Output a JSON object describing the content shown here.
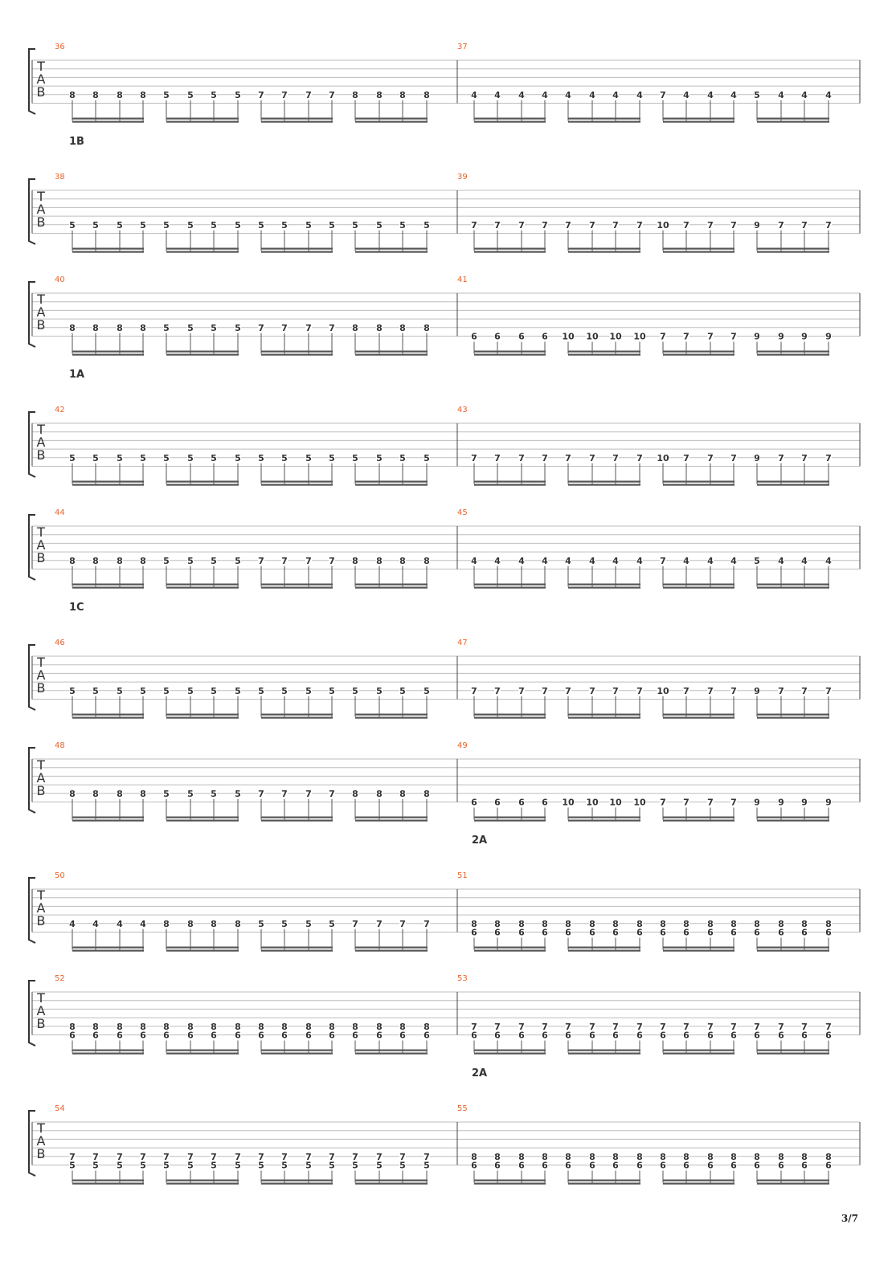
{
  "page_number": "3/7",
  "clef": [
    "T",
    "A",
    "B"
  ],
  "colors": {
    "measure_number": "#e8632b",
    "staff_line": "#bdbdbd",
    "ink": "#333333",
    "beam": "#555555"
  },
  "systems": [
    {
      "section": "",
      "measures": [
        {
          "number": "36",
          "beats": [
            [
              "8"
            ],
            [
              "8"
            ],
            [
              "8"
            ],
            [
              "8"
            ],
            [
              "5"
            ],
            [
              "5"
            ],
            [
              "5"
            ],
            [
              "5"
            ],
            [
              "7"
            ],
            [
              "7"
            ],
            [
              "7"
            ],
            [
              "7"
            ],
            [
              "8"
            ],
            [
              "8"
            ],
            [
              "8"
            ],
            [
              "8"
            ]
          ]
        },
        {
          "number": "37",
          "beats": [
            [
              "4"
            ],
            [
              "4"
            ],
            [
              "4"
            ],
            [
              "4"
            ],
            [
              "4"
            ],
            [
              "4"
            ],
            [
              "4"
            ],
            [
              "4"
            ],
            [
              "7"
            ],
            [
              "4"
            ],
            [
              "4"
            ],
            [
              "4"
            ],
            [
              "5"
            ],
            [
              "4"
            ],
            [
              "4"
            ],
            [
              "4"
            ]
          ]
        }
      ],
      "strings": [
        5
      ]
    },
    {
      "section": "1B",
      "measures": [
        {
          "number": "38",
          "beats": [
            [
              "5"
            ],
            [
              "5"
            ],
            [
              "5"
            ],
            [
              "5"
            ],
            [
              "5"
            ],
            [
              "5"
            ],
            [
              "5"
            ],
            [
              "5"
            ],
            [
              "5"
            ],
            [
              "5"
            ],
            [
              "5"
            ],
            [
              "5"
            ],
            [
              "5"
            ],
            [
              "5"
            ],
            [
              "5"
            ],
            [
              "5"
            ]
          ]
        },
        {
          "number": "39",
          "beats": [
            [
              "7"
            ],
            [
              "7"
            ],
            [
              "7"
            ],
            [
              "7"
            ],
            [
              "7"
            ],
            [
              "7"
            ],
            [
              "7"
            ],
            [
              "7"
            ],
            [
              "10"
            ],
            [
              "7"
            ],
            [
              "7"
            ],
            [
              "7"
            ],
            [
              "9"
            ],
            [
              "7"
            ],
            [
              "7"
            ],
            [
              "7"
            ]
          ]
        }
      ],
      "strings": [
        5
      ]
    },
    {
      "section": "",
      "measures": [
        {
          "number": "40",
          "beats": [
            [
              "8"
            ],
            [
              "8"
            ],
            [
              "8"
            ],
            [
              "8"
            ],
            [
              "5"
            ],
            [
              "5"
            ],
            [
              "5"
            ],
            [
              "5"
            ],
            [
              "7"
            ],
            [
              "7"
            ],
            [
              "7"
            ],
            [
              "7"
            ],
            [
              "8"
            ],
            [
              "8"
            ],
            [
              "8"
            ],
            [
              "8"
            ]
          ],
          "string": 5
        },
        {
          "number": "41",
          "beats": [
            [
              "6"
            ],
            [
              "6"
            ],
            [
              "6"
            ],
            [
              "6"
            ],
            [
              "10"
            ],
            [
              "10"
            ],
            [
              "10"
            ],
            [
              "10"
            ],
            [
              "7"
            ],
            [
              "7"
            ],
            [
              "7"
            ],
            [
              "7"
            ],
            [
              "9"
            ],
            [
              "9"
            ],
            [
              "9"
            ],
            [
              "9"
            ]
          ],
          "string": 6
        }
      ]
    },
    {
      "section": "1A",
      "measures": [
        {
          "number": "42",
          "beats": [
            [
              "5"
            ],
            [
              "5"
            ],
            [
              "5"
            ],
            [
              "5"
            ],
            [
              "5"
            ],
            [
              "5"
            ],
            [
              "5"
            ],
            [
              "5"
            ],
            [
              "5"
            ],
            [
              "5"
            ],
            [
              "5"
            ],
            [
              "5"
            ],
            [
              "5"
            ],
            [
              "5"
            ],
            [
              "5"
            ],
            [
              "5"
            ]
          ]
        },
        {
          "number": "43",
          "beats": [
            [
              "7"
            ],
            [
              "7"
            ],
            [
              "7"
            ],
            [
              "7"
            ],
            [
              "7"
            ],
            [
              "7"
            ],
            [
              "7"
            ],
            [
              "7"
            ],
            [
              "10"
            ],
            [
              "7"
            ],
            [
              "7"
            ],
            [
              "7"
            ],
            [
              "9"
            ],
            [
              "7"
            ],
            [
              "7"
            ],
            [
              "7"
            ]
          ]
        }
      ],
      "strings": [
        5
      ]
    },
    {
      "section": "",
      "measures": [
        {
          "number": "44",
          "beats": [
            [
              "8"
            ],
            [
              "8"
            ],
            [
              "8"
            ],
            [
              "8"
            ],
            [
              "5"
            ],
            [
              "5"
            ],
            [
              "5"
            ],
            [
              "5"
            ],
            [
              "7"
            ],
            [
              "7"
            ],
            [
              "7"
            ],
            [
              "7"
            ],
            [
              "8"
            ],
            [
              "8"
            ],
            [
              "8"
            ],
            [
              "8"
            ]
          ]
        },
        {
          "number": "45",
          "beats": [
            [
              "4"
            ],
            [
              "4"
            ],
            [
              "4"
            ],
            [
              "4"
            ],
            [
              "4"
            ],
            [
              "4"
            ],
            [
              "4"
            ],
            [
              "4"
            ],
            [
              "7"
            ],
            [
              "4"
            ],
            [
              "4"
            ],
            [
              "4"
            ],
            [
              "5"
            ],
            [
              "4"
            ],
            [
              "4"
            ],
            [
              "4"
            ]
          ]
        }
      ],
      "strings": [
        5
      ]
    },
    {
      "section": "1C",
      "measures": [
        {
          "number": "46",
          "beats": [
            [
              "5"
            ],
            [
              "5"
            ],
            [
              "5"
            ],
            [
              "5"
            ],
            [
              "5"
            ],
            [
              "5"
            ],
            [
              "5"
            ],
            [
              "5"
            ],
            [
              "5"
            ],
            [
              "5"
            ],
            [
              "5"
            ],
            [
              "5"
            ],
            [
              "5"
            ],
            [
              "5"
            ],
            [
              "5"
            ],
            [
              "5"
            ]
          ]
        },
        {
          "number": "47",
          "beats": [
            [
              "7"
            ],
            [
              "7"
            ],
            [
              "7"
            ],
            [
              "7"
            ],
            [
              "7"
            ],
            [
              "7"
            ],
            [
              "7"
            ],
            [
              "7"
            ],
            [
              "10"
            ],
            [
              "7"
            ],
            [
              "7"
            ],
            [
              "7"
            ],
            [
              "9"
            ],
            [
              "7"
            ],
            [
              "7"
            ],
            [
              "7"
            ]
          ]
        }
      ],
      "strings": [
        5
      ]
    },
    {
      "section": "",
      "measures": [
        {
          "number": "48",
          "beats": [
            [
              "8"
            ],
            [
              "8"
            ],
            [
              "8"
            ],
            [
              "8"
            ],
            [
              "5"
            ],
            [
              "5"
            ],
            [
              "5"
            ],
            [
              "5"
            ],
            [
              "7"
            ],
            [
              "7"
            ],
            [
              "7"
            ],
            [
              "7"
            ],
            [
              "8"
            ],
            [
              "8"
            ],
            [
              "8"
            ],
            [
              "8"
            ]
          ],
          "string": 5
        },
        {
          "number": "49",
          "beats": [
            [
              "6"
            ],
            [
              "6"
            ],
            [
              "6"
            ],
            [
              "6"
            ],
            [
              "10"
            ],
            [
              "10"
            ],
            [
              "10"
            ],
            [
              "10"
            ],
            [
              "7"
            ],
            [
              "7"
            ],
            [
              "7"
            ],
            [
              "7"
            ],
            [
              "9"
            ],
            [
              "9"
            ],
            [
              "9"
            ],
            [
              "9"
            ]
          ],
          "string": 6
        }
      ]
    },
    {
      "section": "2A",
      "section_pos": "right",
      "measures": [
        {
          "number": "50",
          "beats": [
            [
              "4"
            ],
            [
              "4"
            ],
            [
              "4"
            ],
            [
              "4"
            ],
            [
              "8"
            ],
            [
              "8"
            ],
            [
              "8"
            ],
            [
              "8"
            ],
            [
              "5"
            ],
            [
              "5"
            ],
            [
              "5"
            ],
            [
              "5"
            ],
            [
              "7"
            ],
            [
              "7"
            ],
            [
              "7"
            ],
            [
              "7"
            ]
          ],
          "string": 5
        },
        {
          "number": "51",
          "beats": [
            [
              "8",
              "6"
            ],
            [
              "8",
              "6"
            ],
            [
              "8",
              "6"
            ],
            [
              "8",
              "6"
            ],
            [
              "8",
              "6"
            ],
            [
              "8",
              "6"
            ],
            [
              "8",
              "6"
            ],
            [
              "8",
              "6"
            ],
            [
              "8",
              "6"
            ],
            [
              "8",
              "6"
            ],
            [
              "8",
              "6"
            ],
            [
              "8",
              "6"
            ],
            [
              "8",
              "6"
            ],
            [
              "8",
              "6"
            ],
            [
              "8",
              "6"
            ],
            [
              "8",
              "6"
            ]
          ],
          "string": 5
        }
      ]
    },
    {
      "section": "",
      "measures": [
        {
          "number": "52",
          "beats": [
            [
              "8",
              "6"
            ],
            [
              "8",
              "6"
            ],
            [
              "8",
              "6"
            ],
            [
              "8",
              "6"
            ],
            [
              "8",
              "6"
            ],
            [
              "8",
              "6"
            ],
            [
              "8",
              "6"
            ],
            [
              "8",
              "6"
            ],
            [
              "8",
              "6"
            ],
            [
              "8",
              "6"
            ],
            [
              "8",
              "6"
            ],
            [
              "8",
              "6"
            ],
            [
              "8",
              "6"
            ],
            [
              "8",
              "6"
            ],
            [
              "8",
              "6"
            ],
            [
              "8",
              "6"
            ]
          ],
          "string": 5
        },
        {
          "number": "53",
          "beats": [
            [
              "7",
              "6"
            ],
            [
              "7",
              "6"
            ],
            [
              "7",
              "6"
            ],
            [
              "7",
              "6"
            ],
            [
              "7",
              "6"
            ],
            [
              "7",
              "6"
            ],
            [
              "7",
              "6"
            ],
            [
              "7",
              "6"
            ],
            [
              "7",
              "6"
            ],
            [
              "7",
              "6"
            ],
            [
              "7",
              "6"
            ],
            [
              "7",
              "6"
            ],
            [
              "7",
              "6"
            ],
            [
              "7",
              "6"
            ],
            [
              "7",
              "6"
            ],
            [
              "7",
              "6"
            ]
          ],
          "string": 5
        }
      ]
    },
    {
      "section": "2A",
      "section_pos": "right",
      "measures": [
        {
          "number": "54",
          "beats": [
            [
              "7",
              "5"
            ],
            [
              "7",
              "5"
            ],
            [
              "7",
              "5"
            ],
            [
              "7",
              "5"
            ],
            [
              "7",
              "5"
            ],
            [
              "7",
              "5"
            ],
            [
              "7",
              "5"
            ],
            [
              "7",
              "5"
            ],
            [
              "7",
              "5"
            ],
            [
              "7",
              "5"
            ],
            [
              "7",
              "5"
            ],
            [
              "7",
              "5"
            ],
            [
              "7",
              "5"
            ],
            [
              "7",
              "5"
            ],
            [
              "7",
              "5"
            ],
            [
              "7",
              "5"
            ]
          ],
          "string": 5
        },
        {
          "number": "55",
          "beats": [
            [
              "8",
              "6"
            ],
            [
              "8",
              "6"
            ],
            [
              "8",
              "6"
            ],
            [
              "8",
              "6"
            ],
            [
              "8",
              "6"
            ],
            [
              "8",
              "6"
            ],
            [
              "8",
              "6"
            ],
            [
              "8",
              "6"
            ],
            [
              "8",
              "6"
            ],
            [
              "8",
              "6"
            ],
            [
              "8",
              "6"
            ],
            [
              "8",
              "6"
            ],
            [
              "8",
              "6"
            ],
            [
              "8",
              "6"
            ],
            [
              "8",
              "6"
            ],
            [
              "8",
              "6"
            ]
          ],
          "string": 5
        }
      ]
    }
  ]
}
